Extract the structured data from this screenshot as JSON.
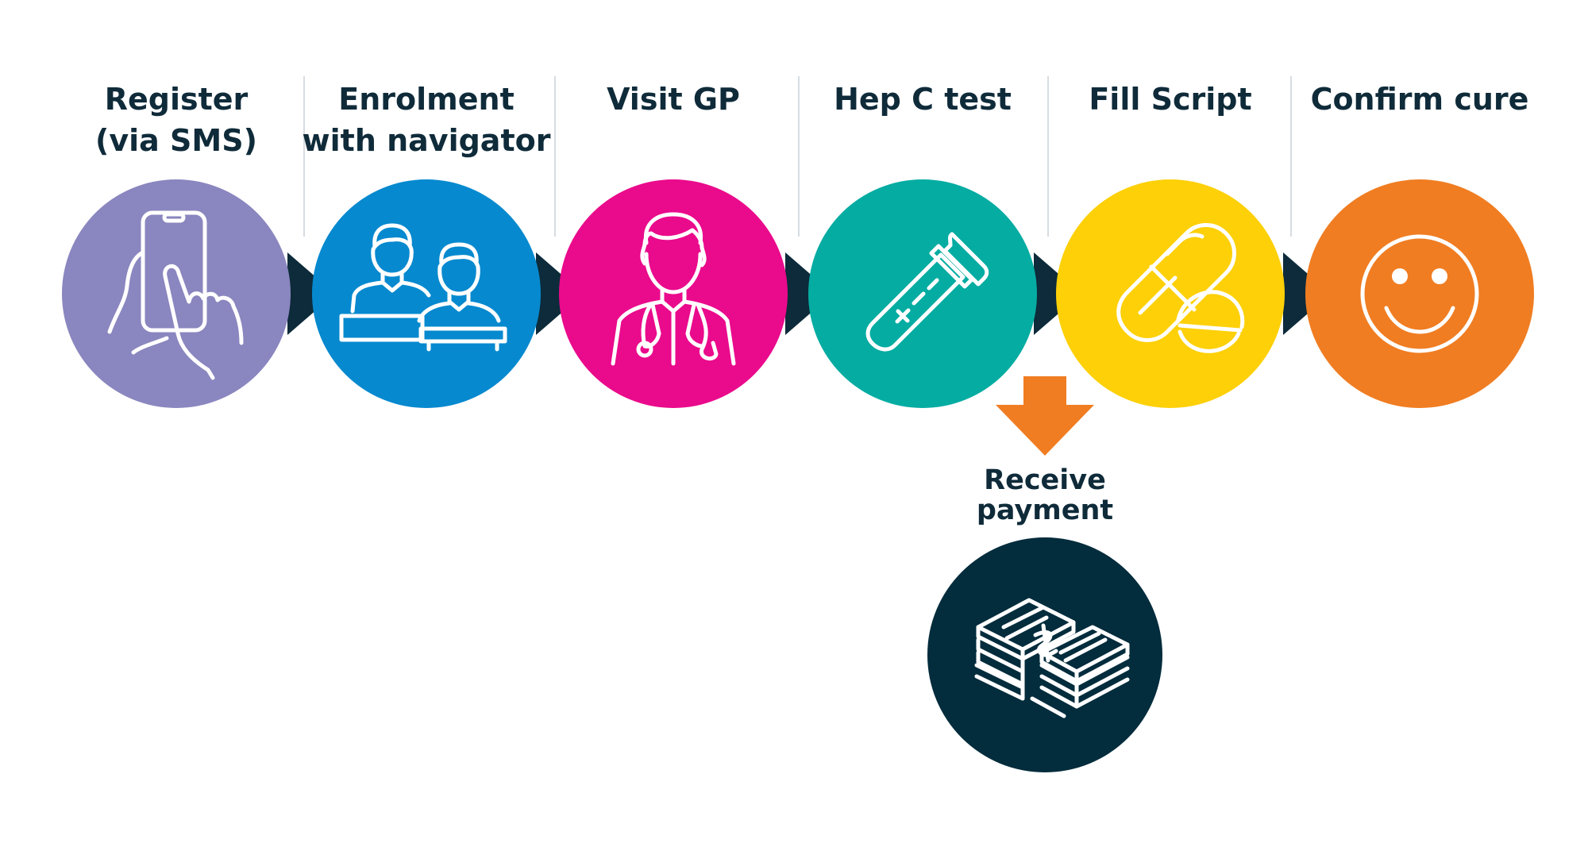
{
  "colors": {
    "text": "#0f2b3a",
    "arrow": "#0d2b3a",
    "payment_arrow": "#f07d22",
    "divider": "#d7dde2",
    "register": "#8a86bf",
    "enrolment": "#0689cf",
    "visit_gp": "#ea0a8c",
    "hep_c_test": "#05aca2",
    "fill_script": "#fdd008",
    "confirm_cure": "#f07d22",
    "payment": "#032c3c"
  },
  "steps": [
    {
      "id": "register",
      "line1": "Register",
      "line2": "(via SMS)",
      "icon": "hand-phone-icon"
    },
    {
      "id": "enrolment",
      "line1": "Enrolment",
      "line2": "with navigator",
      "icon": "people-desk-icon"
    },
    {
      "id": "visit_gp",
      "line1": "Visit GP",
      "line2": "",
      "icon": "doctor-icon"
    },
    {
      "id": "hep_c_test",
      "line1": "Hep  C test",
      "line2": "",
      "icon": "test-tube-icon"
    },
    {
      "id": "fill_script",
      "line1": "Fill Script",
      "line2": "",
      "icon": "pills-icon"
    },
    {
      "id": "confirm_cure",
      "line1": "Confirm cure",
      "line2": "",
      "icon": "smiley-icon"
    }
  ],
  "payment": {
    "line1": "Receive",
    "line2": "payment",
    "icon": "money-stack-icon"
  }
}
